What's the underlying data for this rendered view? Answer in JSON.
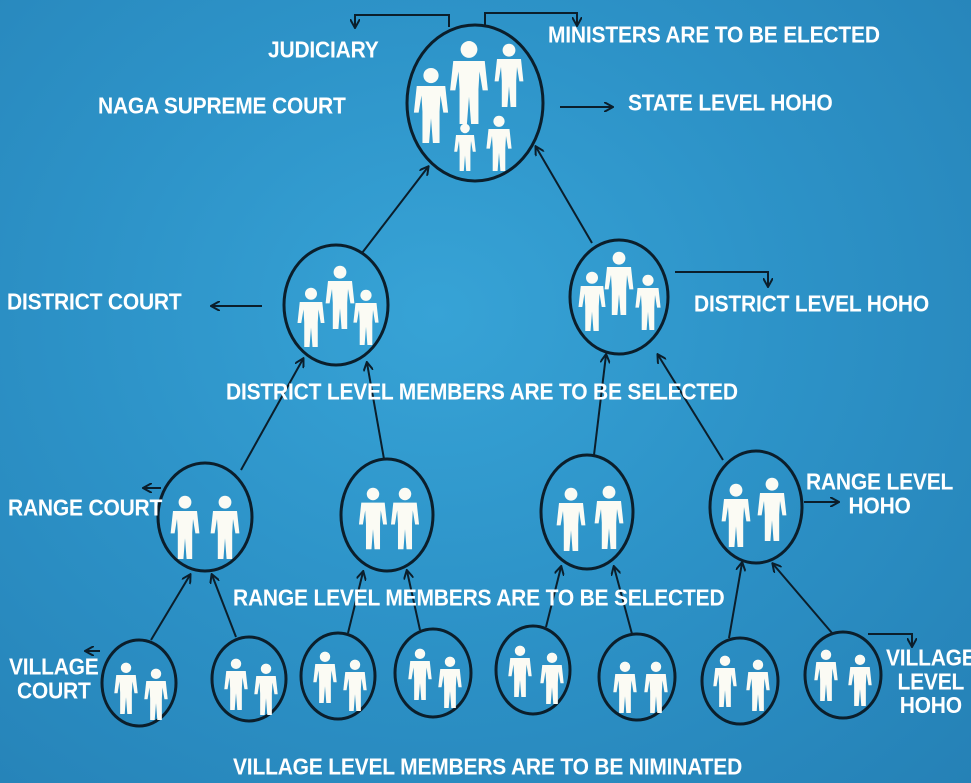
{
  "labels": {
    "judiciary": "JUDICIARY",
    "ministers": "MINISTERS ARE TO BE ELECTED",
    "supreme_court": "NAGA SUPREME COURT",
    "state_hoho": "STATE LEVEL HOHO",
    "district_court": "DISTRICT COURT",
    "district_hoho": "DISTRICT LEVEL HOHO",
    "district_members": "DISTRICT LEVEL MEMBERS ARE TO BE SELECTED",
    "range_court": "RANGE COURT",
    "range_hoho": "RANGE LEVEL\nHOHO",
    "range_members": "RANGE LEVEL MEMBERS ARE TO BE SELECTED",
    "village_court": "VILLAGE\nCOURT",
    "village_hoho": "VILLAGE\nLEVEL\nHOHO",
    "village_members": "VILLAGE LEVEL MEMBERS ARE TO BE NIMINATED"
  },
  "icons": [
    "person-icon",
    "arrow-icon"
  ],
  "colors": {
    "background": "#2d93c8",
    "figure": "#fbfbf4",
    "line": "#0b1e2b",
    "text": "#ffffff"
  }
}
